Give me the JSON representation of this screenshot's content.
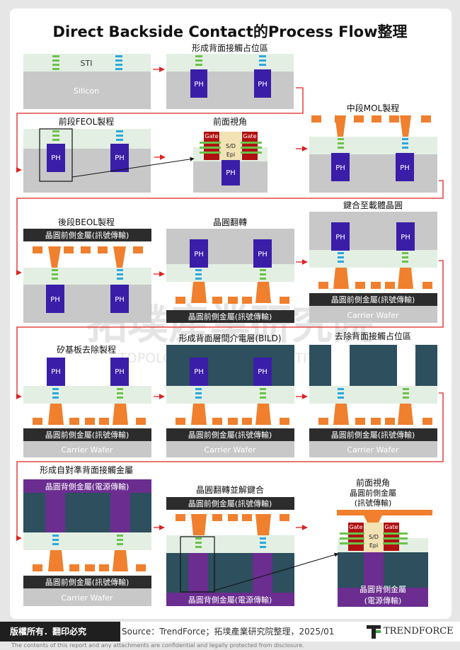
{
  "title": "Direct Backside Contact的Process Flow整理",
  "watermark": {
    "line1": "拓墣產業研究院",
    "line2": "TOPOLOGY RESEARCH INSTITUTE"
  },
  "labels": {
    "sti": "STI",
    "silicon": "Silicon",
    "ph": "PH",
    "gate": "Gate",
    "sd": "S/D",
    "epi": "Epi",
    "front_metal": "晶圓前側金屬(訊號傳輸)",
    "back_metal": "晶圓背側金屬(電源傳輸)",
    "carrier": "Carrier Wafer",
    "front_metal_l1": "晶圓前側金屬",
    "front_metal_l2": "(訊號傳輸)",
    "back_metal_l1": "晶圓背側金屬",
    "back_metal_l2": "(電源傳輸)"
  },
  "steps": {
    "s2": "形成背面接觸占位區",
    "s3": "前段FEOL製程",
    "s4": "前面視角",
    "s5": "中段MOL製程",
    "s6": "後段BEOL製程",
    "s7": "晶圓翻轉",
    "s8": "鍵合至載體晶圓",
    "s9": "矽基板去除製程",
    "s10": "形成背面層間介電層(BILD)",
    "s11": "去除背面接觸占位區",
    "s12": "形成自對準背面接觸金屬",
    "s13": "晶圓翻轉並解鍵合",
    "s14": "前面視角"
  },
  "footer": {
    "rights": "版權所有．翻印必究",
    "source": "Source：TrendForce；拓墣產業研究院整理，2025/01",
    "brand": "TRENDFORCE",
    "disclaimer": "The contents of this report and any attachments are confidential and legally protected from disclosure."
  },
  "colors": {
    "sti": "#e3efe3",
    "silicon": "#c8c8c8",
    "ph": "#3a1ea8",
    "green": "#6cc24a",
    "blue": "#29a8e0",
    "orange": "#f07f2e",
    "gate": "#b01010",
    "dark": "#2c2c2c",
    "bild": "#2d4f5e",
    "purple": "#6b2d8f",
    "arrow": "#e02020",
    "sdepi": "#f2e2b4"
  }
}
